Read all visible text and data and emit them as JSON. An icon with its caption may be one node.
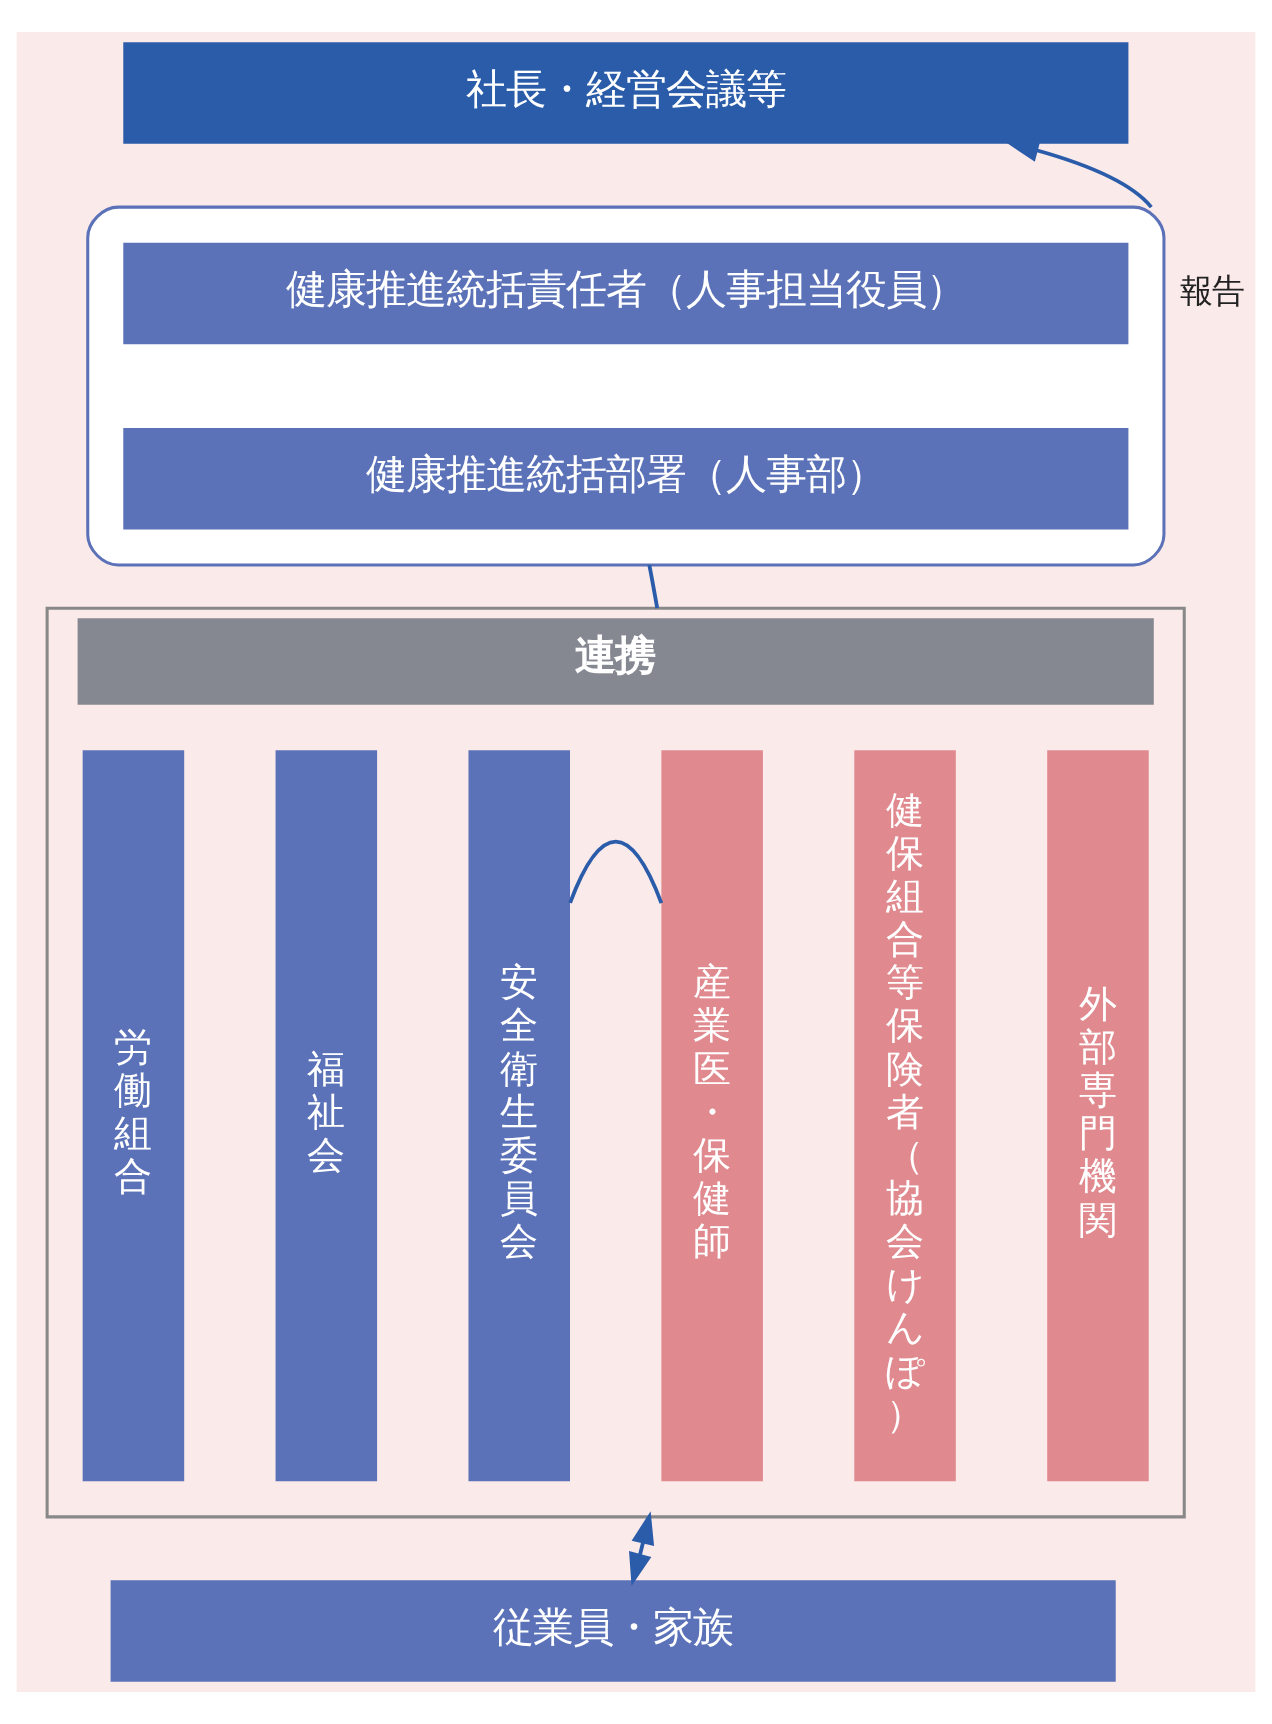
{
  "diagram": {
    "nodes": [
      {
        "text": [
          "社長・経営会議等"
        ]
      },
      {
        "text": [],
        "shape": "box"
      },
      {
        "text": [
          "健康推進統括責任者（人事担当役員）"
        ],
        "in": 1
      },
      {
        "text": [
          "健康推進統括部署（人事部）"
        ],
        "in": 1
      },
      {
        "text": [
          "連携"
        ]
      },
      {
        "text": [
          "労働組合"
        ],
        "in": 4
      },
      {
        "text": [
          "福祉会"
        ],
        "in": 4
      },
      {
        "text": [
          "安全衛生委員会"
        ],
        "in": 4
      },
      {
        "text": [
          "産業医・保健師"
        ],
        "in": 4
      },
      {
        "text": [
          "健保組合等保険者（協会けんぽ）"
        ],
        "in": 4
      },
      {
        "text": [
          "外部専門機関"
        ],
        "in": 4
      },
      {
        "text": [
          "従業員・家族"
        ]
      }
    ],
    "edges": [
      {
        "from": 1,
        "to": 0,
        "arrow": "to",
        "label": "報告"
      },
      {
        "from": 1,
        "to": 4,
        "arrow": "none"
      },
      {
        "from": 7,
        "to": 8,
        "arrow": "none"
      },
      {
        "from": 4,
        "to": 11,
        "arrow": "both"
      }
    ]
  }
}
